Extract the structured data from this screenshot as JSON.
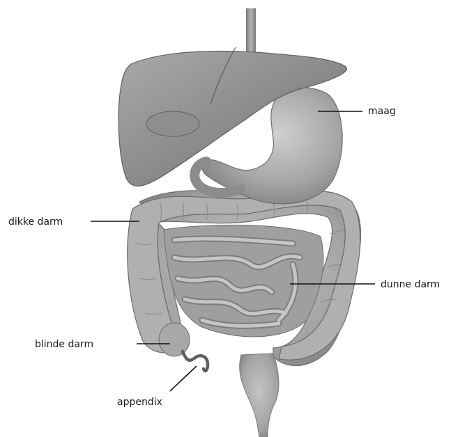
{
  "labels": {
    "stomach": "maag",
    "large_intestine": "dikke darm",
    "small_intestine": "dunne darm",
    "cecum": "blinde darm",
    "appendix": "appendix"
  },
  "colors": {
    "background": "#ffffff",
    "organ_light": "#bdbdbd",
    "organ_mid": "#9a9a9a",
    "organ_dark": "#6f6f6f",
    "leader_line": "#111111"
  }
}
